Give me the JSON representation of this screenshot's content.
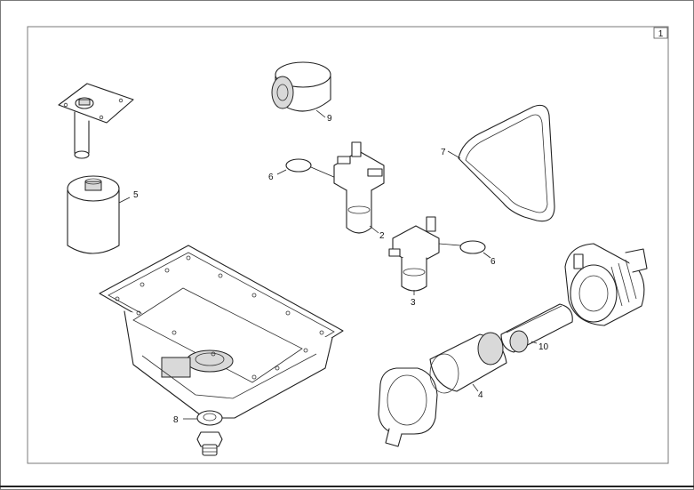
{
  "sheet": {
    "page_number": "1",
    "border_color": "#7a7a7a"
  },
  "callouts": {
    "c2": "2",
    "c3": "3",
    "c4": "4",
    "c5": "5",
    "c6a": "6",
    "c6b": "6",
    "c7": "7",
    "c8": "8",
    "c9": "9",
    "c10": "10"
  }
}
